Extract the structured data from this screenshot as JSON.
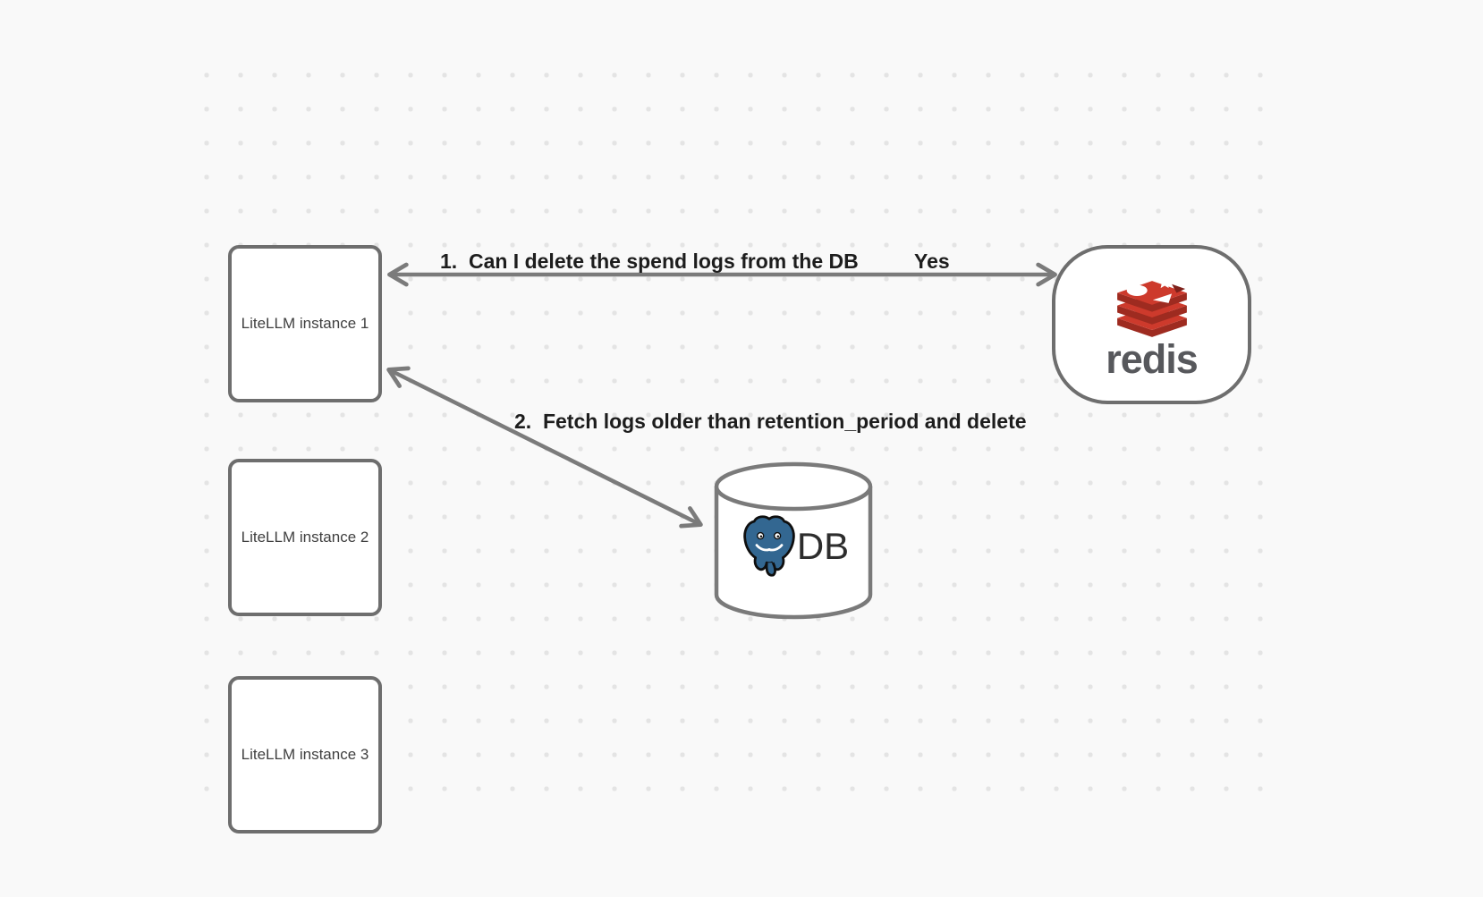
{
  "diagram": {
    "kind": "architecture-flow",
    "background_color": "#f9f9f9",
    "dot_color": "#e4e4e4"
  },
  "nodes": {
    "instance1": {
      "label": "LiteLLM instance 1"
    },
    "instance2": {
      "label": "LiteLLM instance 2"
    },
    "instance3": {
      "label": "LiteLLM instance 3"
    },
    "redis": {
      "wordmark": "redis",
      "icon": "redis-stack-logo"
    },
    "db": {
      "label": "DB",
      "icon": "postgresql-elephant-logo"
    }
  },
  "arrows": {
    "arrow1": {
      "label": "1.  Can I delete the spend logs from the DB",
      "response": "Yes",
      "from": "redis",
      "to": "instance1",
      "bidirectional": true
    },
    "arrow2": {
      "label": "2.  Fetch logs older than retention_period and delete",
      "from": "db",
      "to": "instance1",
      "bidirectional": true
    }
  },
  "colors": {
    "node_border": "#6e6e6e",
    "arrow": "#7b7b7b",
    "label_text": "#1d1d1d",
    "node_text": "#3f3f3f",
    "redis_red": "#cd3a2c",
    "redis_red_dark": "#9e2b20",
    "redis_text_gray": "#57585c",
    "postgres_blue": "#336791",
    "db_text": "#2d2d2d"
  }
}
